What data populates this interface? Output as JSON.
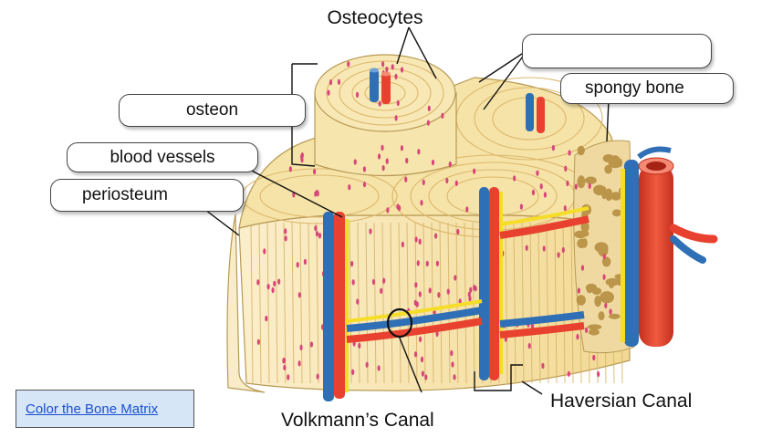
{
  "labels": {
    "osteocytes": "Osteocytes",
    "blank_label": "",
    "spongy_bone": "spongy bone",
    "osteon": "osteon",
    "blood_vessels": "blood vessels",
    "periosteum": "periosteum",
    "haversian_canal": "Haversian Canal",
    "volkmanns_canal": "Volkmann’s Canal"
  },
  "link": {
    "text": "Color the Bone Matrix"
  },
  "colors": {
    "bone": "#f6e3a8",
    "bone_dark": "#e9c879",
    "lamella_line": "#d9b56a",
    "osteocyte": "#d8467a",
    "artery": "#e8412f",
    "vein": "#2f6fb5",
    "nerve": "#f5dd2a",
    "spongy": "#b28a3a"
  }
}
